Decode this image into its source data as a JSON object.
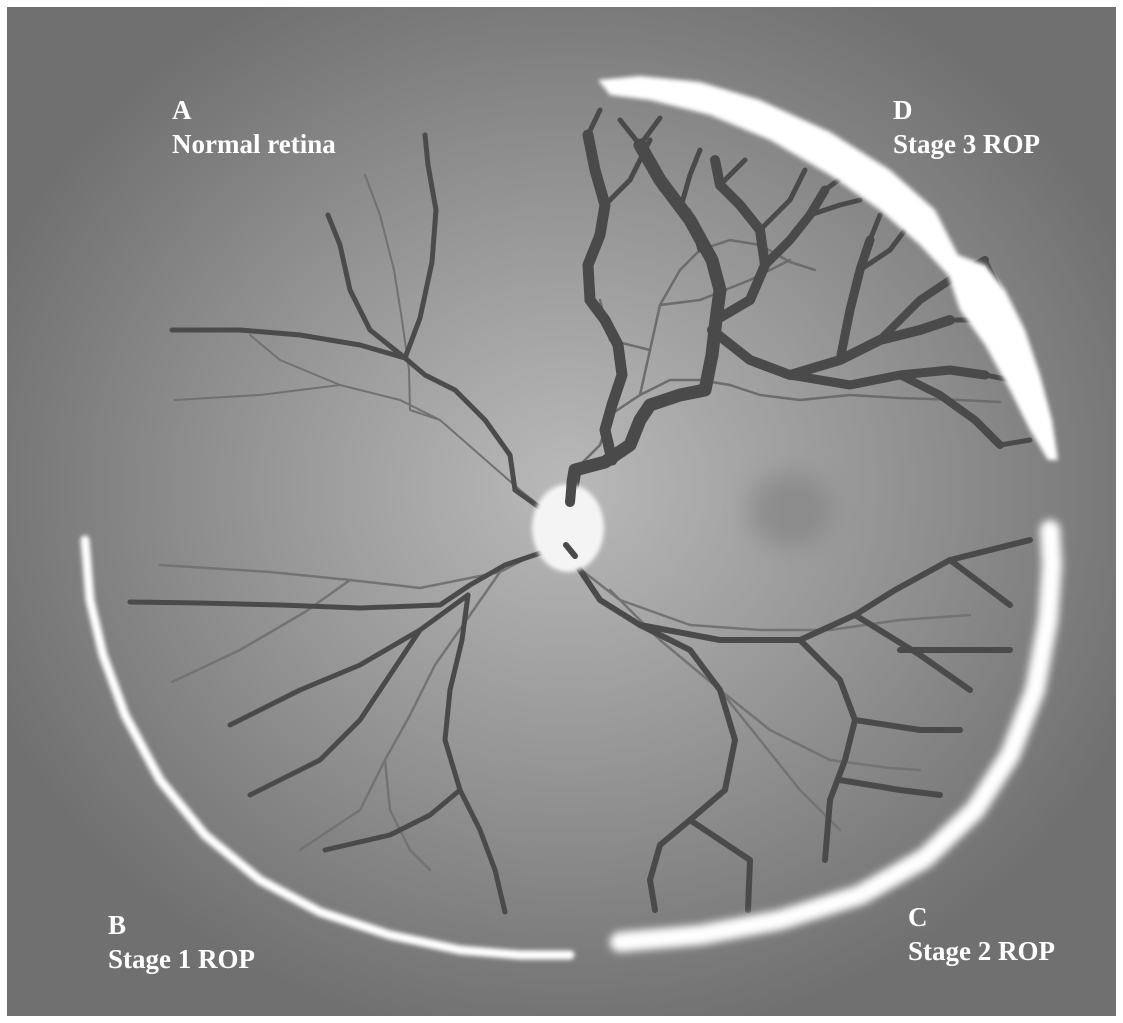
{
  "labels": {
    "A": {
      "letter": "A",
      "text": "Normal retina"
    },
    "B": {
      "letter": "B",
      "text": "Stage 1 ROP"
    },
    "C": {
      "letter": "C",
      "text": "Stage 2 ROP"
    },
    "D": {
      "letter": "D",
      "text": "Stage 3 ROP"
    }
  },
  "colors": {
    "vessel_dark": "#4a4a4a",
    "vessel_thin": "#6f6f6f",
    "ridge_white": "#ffffff",
    "background": "#9e9e9e"
  }
}
